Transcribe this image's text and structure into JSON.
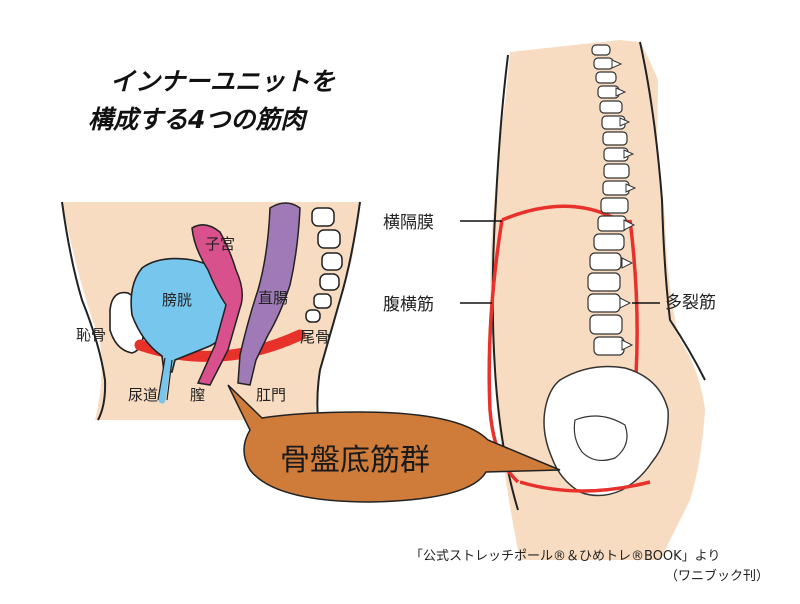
{
  "title": {
    "line1": "インナーユニットを",
    "line2": "構成する4つの筋肉"
  },
  "pelvis_labels": {
    "uterus": "子宮",
    "bladder": "膀胱",
    "rectum": "直腸",
    "pubis": "恥骨",
    "coccyx": "尾骨",
    "urethra": "尿道",
    "vagina": "膣",
    "anus": "肛門"
  },
  "muscle_labels": {
    "diaphragm": "横隔膜",
    "transversus": "腹横筋",
    "multifidus": "多裂筋"
  },
  "callout": "骨盤底筋群",
  "source": {
    "line1": "「公式ストレッチポール®＆ひめトレ®BOOK」より",
    "line2": "（ワニブック刊）"
  },
  "colors": {
    "skin": "#f8dcc2",
    "muscle_red": "#e8312a",
    "bladder_blue": "#76c6ee",
    "uterus_pink": "#d8508c",
    "rectum_purple": "#a07ab6",
    "callout_orange": "#cf7b3a",
    "bone": "#ffffff"
  }
}
